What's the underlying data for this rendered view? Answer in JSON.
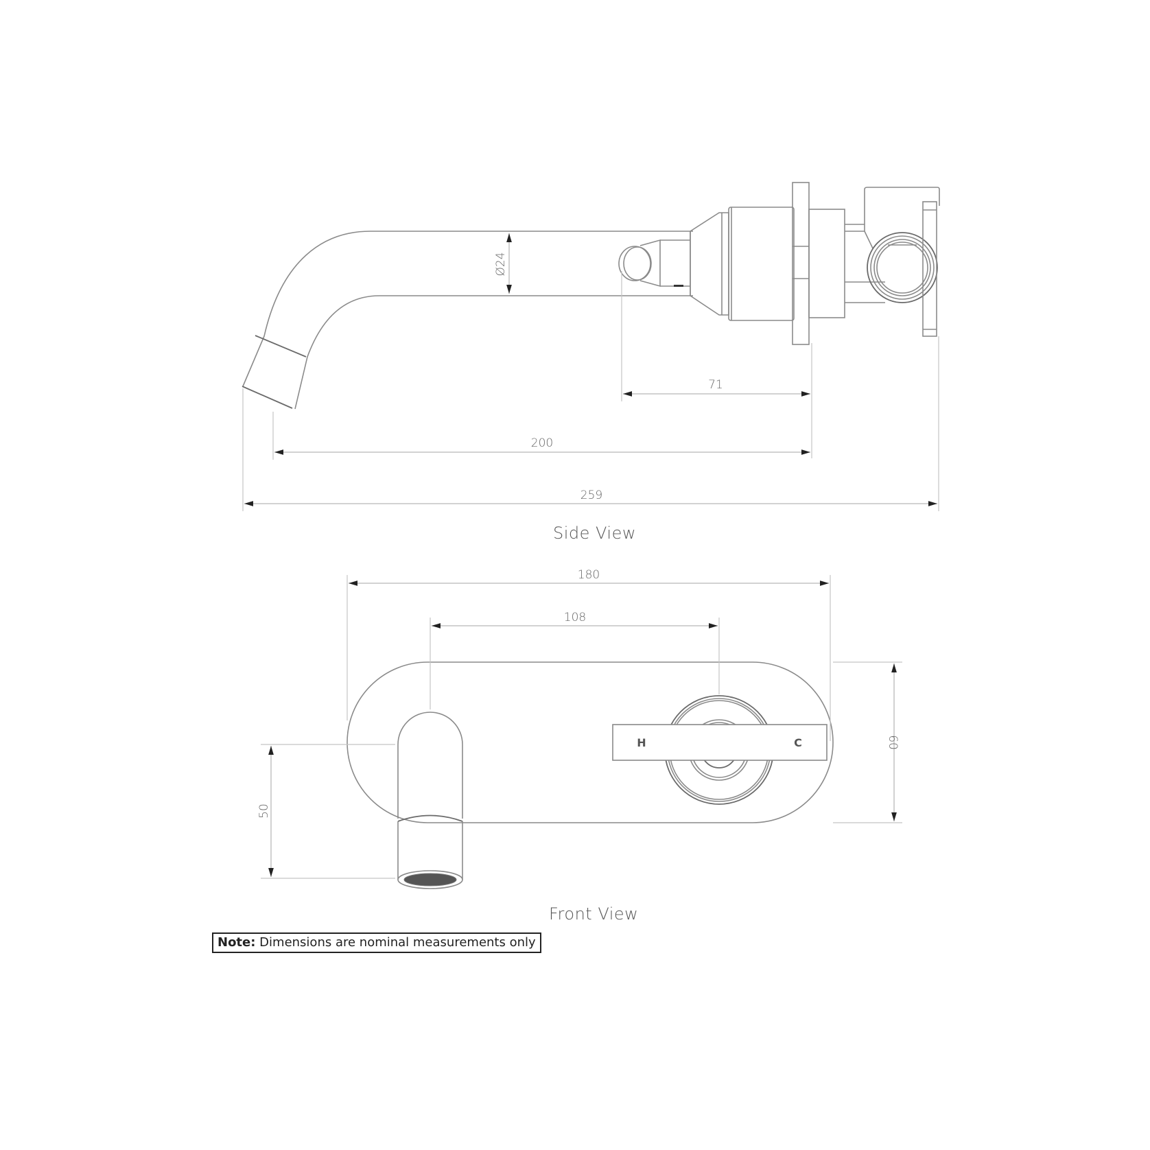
{
  "views": {
    "side": {
      "label": "Side View",
      "dimensions": {
        "spout_diameter": "Ø24",
        "handle_to_wall": "71",
        "spout_projection": "200",
        "overall_depth": "259"
      }
    },
    "front": {
      "label": "Front View",
      "dimensions": {
        "plate_width": "180",
        "spout_to_handle_centres": "108",
        "plate_height": "60",
        "spout_drop": "50"
      },
      "lever": {
        "hot_label": "H",
        "cold_label": "C"
      }
    }
  },
  "note": {
    "prefix": "Note:",
    "text": " Dimensions are nominal measurements only"
  }
}
